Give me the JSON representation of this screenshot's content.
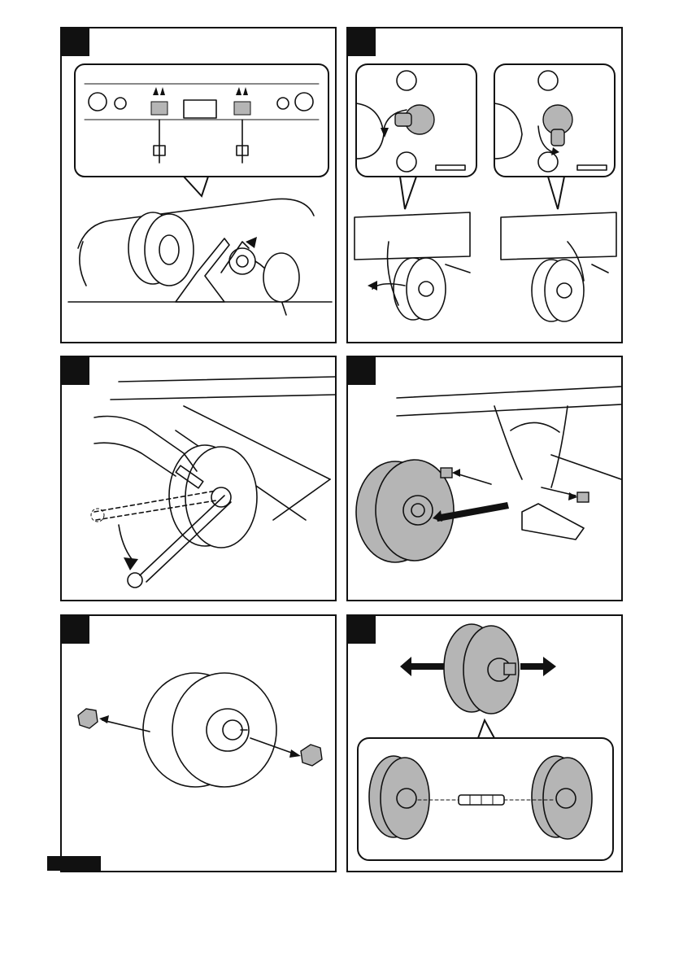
{
  "document": {
    "panels": [
      {
        "id": "1",
        "description_icon": "jack-lift-icon"
      },
      {
        "id": "2",
        "description_icon": "caster-lock-icon"
      },
      {
        "id": "3",
        "description_icon": "wrench-icon"
      },
      {
        "id": "4",
        "description_icon": "wheel-remove-icon"
      },
      {
        "id": "5",
        "description_icon": "nut-remove-icon"
      },
      {
        "id": "6",
        "description_icon": "axle-icon"
      }
    ],
    "colors": {
      "ink": "#111111",
      "tire_shade": "#b5b5b5",
      "paper": "#ffffff"
    }
  }
}
